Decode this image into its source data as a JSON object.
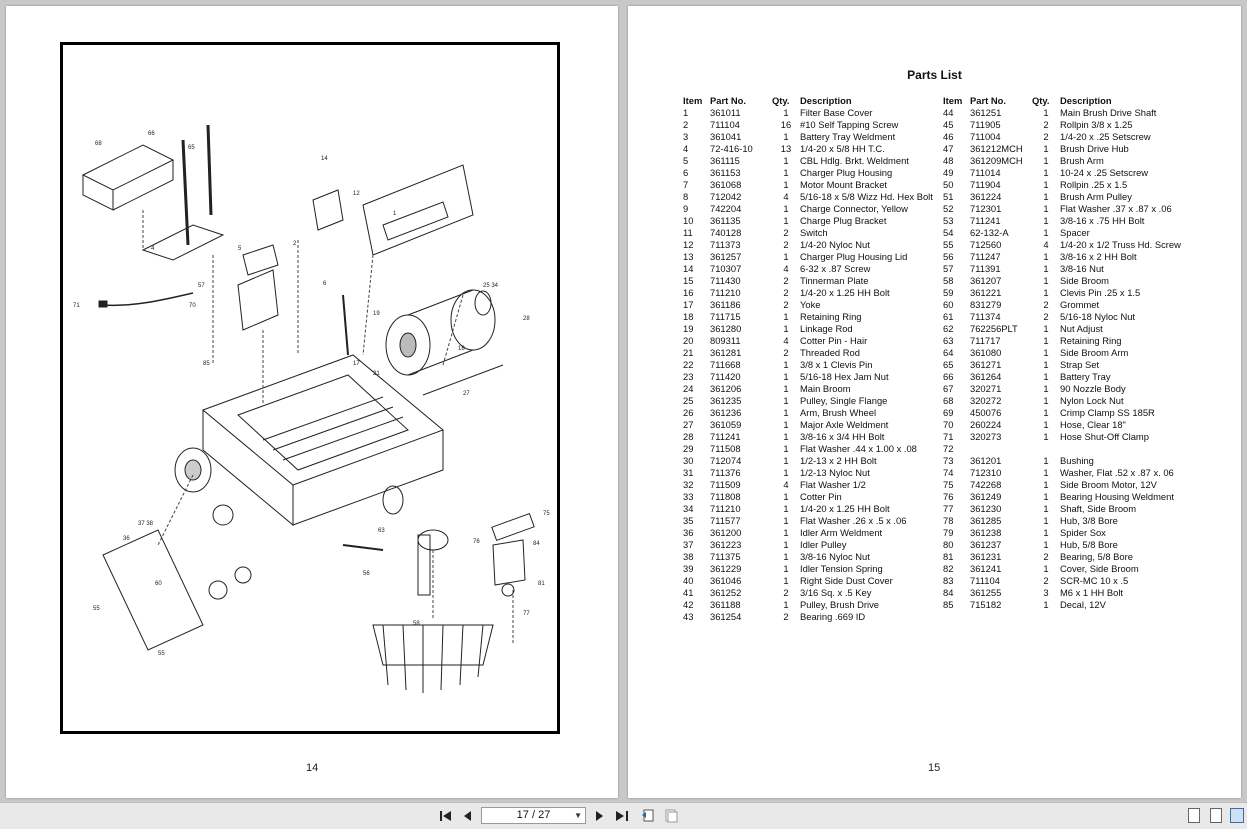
{
  "left_page": {
    "page_number": "14"
  },
  "right_page": {
    "page_number": "15",
    "title": "Parts List",
    "columns": [
      "Item",
      "Part No.",
      "Qty.",
      "Description"
    ],
    "left_table": [
      [
        "1",
        "361011",
        "1",
        "Filter Base Cover"
      ],
      [
        "2",
        "711104",
        "16",
        "#10 Self Tapping Screw"
      ],
      [
        "3",
        "361041",
        "1",
        "Battery Tray Weldment"
      ],
      [
        "4",
        "72-416-10",
        "13",
        "1/4-20 x 5/8 HH T.C."
      ],
      [
        "5",
        "361115",
        "1",
        "CBL Hdlg. Brkt. Weldment"
      ],
      [
        "6",
        "361153",
        "1",
        "Charger Plug Housing"
      ],
      [
        "7",
        "361068",
        "1",
        "Motor Mount Bracket"
      ],
      [
        "8",
        "712042",
        "4",
        "5/16-18 x 5/8 Wizz Hd. Hex Bolt"
      ],
      [
        "9",
        "742204",
        "1",
        "Charge Connector, Yellow"
      ],
      [
        "10",
        "361135",
        "1",
        "Charge Plug Bracket"
      ],
      [
        "11",
        "740128",
        "2",
        "Switch"
      ],
      [
        "12",
        "711373",
        "2",
        "1/4-20 Nyloc Nut"
      ],
      [
        "13",
        "361257",
        "1",
        "Charger Plug Housing Lid"
      ],
      [
        "14",
        "710307",
        "4",
        "6-32 x .87 Screw"
      ],
      [
        "15",
        "711430",
        "2",
        "Tinnerman Plate"
      ],
      [
        "16",
        "711210",
        "2",
        "1/4-20 x 1.25 HH Bolt"
      ],
      [
        "17",
        "361186",
        "2",
        "Yoke"
      ],
      [
        "18",
        "711715",
        "1",
        "Retaining Ring"
      ],
      [
        "19",
        "361280",
        "1",
        "Linkage Rod"
      ],
      [
        "20",
        "809311",
        "4",
        "Cotter Pin - Hair"
      ],
      [
        "21",
        "361281",
        "2",
        "Threaded Rod"
      ],
      [
        "22",
        "711668",
        "1",
        "3/8 x 1 Clevis Pin"
      ],
      [
        "23",
        "711420",
        "1",
        "5/16-18 Hex Jam Nut"
      ],
      [
        "24",
        "361206",
        "1",
        "Main Broom"
      ],
      [
        "25",
        "361235",
        "1",
        "Pulley, Single Flange"
      ],
      [
        "26",
        "361236",
        "1",
        "Arm, Brush Wheel"
      ],
      [
        "27",
        "361059",
        "1",
        "Major Axle Weldment"
      ],
      [
        "28",
        "711241",
        "1",
        "3/8-16 x 3/4 HH Bolt"
      ],
      [
        "29",
        "711508",
        "1",
        "Flat Washer .44 x 1.00 x .08"
      ],
      [
        "30",
        "712074",
        "1",
        "1/2-13 x 2 HH Bolt"
      ],
      [
        "31",
        "711376",
        "1",
        "1/2-13 Nyloc Nut"
      ],
      [
        "32",
        "711509",
        "4",
        "Flat Washer 1/2"
      ],
      [
        "33",
        "711808",
        "1",
        "Cotter Pin"
      ],
      [
        "34",
        "711210",
        "1",
        "1/4-20 x 1.25 HH Bolt"
      ],
      [
        "35",
        "711577",
        "1",
        "Flat Washer .26 x .5 x .06"
      ],
      [
        "36",
        "361200",
        "1",
        "Idler Arm Weldment"
      ],
      [
        "37",
        "361223",
        "1",
        "Idler Pulley"
      ],
      [
        "38",
        "711375",
        "1",
        "3/8-16 Nyloc Nut"
      ],
      [
        "39",
        "361229",
        "1",
        "Idler Tension Spring"
      ],
      [
        "40",
        "361046",
        "1",
        "Right Side Dust Cover"
      ],
      [
        "41",
        "361252",
        "2",
        "3/16 Sq. x .5 Key"
      ],
      [
        "42",
        "361188",
        "1",
        "Pulley, Brush Drive"
      ],
      [
        "43",
        "361254",
        "2",
        "Bearing .669 ID"
      ]
    ],
    "right_table": [
      [
        "44",
        "361251",
        "1",
        "Main Brush Drive Shaft"
      ],
      [
        "45",
        "711905",
        "2",
        "Rollpin 3/8 x 1.25"
      ],
      [
        "46",
        "711004",
        "2",
        "1/4-20 x .25 Setscrew"
      ],
      [
        "47",
        "361212MCH",
        "1",
        "Brush Drive Hub"
      ],
      [
        "48",
        "361209MCH",
        "1",
        "Brush Arm"
      ],
      [
        "49",
        "711014",
        "1",
        "10-24 x .25 Setscrew"
      ],
      [
        "50",
        "711904",
        "1",
        "Rollpin .25 x 1.5"
      ],
      [
        "51",
        "361224",
        "1",
        "Brush Arm Pulley"
      ],
      [
        "52",
        "712301",
        "1",
        "Flat Washer .37 x .87 x .06"
      ],
      [
        "53",
        "711241",
        "1",
        "3/8-16 x .75 HH Bolt"
      ],
      [
        "54",
        "62-132-A",
        "1",
        "Spacer"
      ],
      [
        "55",
        "712560",
        "4",
        "1/4-20 x 1/2 Truss Hd. Screw"
      ],
      [
        "56",
        "711247",
        "1",
        "3/8-16 x 2 HH Bolt"
      ],
      [
        "57",
        "711391",
        "1",
        "3/8-16 Nut"
      ],
      [
        "58",
        "361207",
        "1",
        "Side Broom"
      ],
      [
        "59",
        "361221",
        "1",
        "Clevis Pin .25 x 1.5"
      ],
      [
        "60",
        "831279",
        "2",
        "Grommet"
      ],
      [
        "61",
        "711374",
        "2",
        "5/16-18 Nyloc Nut"
      ],
      [
        "62",
        "762256PLT",
        "1",
        "Nut Adjust"
      ],
      [
        "63",
        "711717",
        "1",
        "Retaining Ring"
      ],
      [
        "64",
        "361080",
        "1",
        "Side Broom Arm"
      ],
      [
        "65",
        "361271",
        "1",
        "Strap Set"
      ],
      [
        "66",
        "361264",
        "1",
        "Battery Tray"
      ],
      [
        "67",
        "320271",
        "1",
        "90 Nozzle Body"
      ],
      [
        "68",
        "320272",
        "1",
        "Nylon Lock Nut"
      ],
      [
        "69",
        "450076",
        "1",
        "Crimp Clamp SS 185R"
      ],
      [
        "70",
        "260224",
        "1",
        "Hose, Clear 18\""
      ],
      [
        "71",
        "320273",
        "1",
        "Hose Shut-Off Clamp"
      ],
      [
        "72",
        "",
        "",
        ""
      ],
      [
        "73",
        "361201",
        "1",
        "Bushing"
      ],
      [
        "74",
        "712310",
        "1",
        "Washer, Flat .52 x .87 x. 06"
      ],
      [
        "75",
        "742268",
        "1",
        "Side Broom Motor, 12V"
      ],
      [
        "76",
        "361249",
        "1",
        "Bearing Housing Weldment"
      ],
      [
        "77",
        "361230",
        "1",
        "Shaft, Side Broom"
      ],
      [
        "78",
        "361285",
        "1",
        "Hub, 3/8 Bore"
      ],
      [
        "79",
        "361238",
        "1",
        "Spider Sox"
      ],
      [
        "80",
        "361237",
        "1",
        "Hub, 5/8 Bore"
      ],
      [
        "81",
        "361231",
        "2",
        "Bearing, 5/8 Bore"
      ],
      [
        "82",
        "361241",
        "1",
        "Cover, Side Broom"
      ],
      [
        "83",
        "711104",
        "2",
        "SCR-MC 10 x .5"
      ],
      [
        "84",
        "361255",
        "3",
        "M6 x 1 HH Bolt"
      ],
      [
        "85",
        "715182",
        "1",
        "Decal, 12V"
      ]
    ]
  },
  "toolbar": {
    "page_field": "17 / 27",
    "icons": [
      "first-page-icon",
      "prev-page-icon",
      "next-page-icon",
      "last-page-icon",
      "go-back-icon",
      "go-forward-icon",
      "single-page-view-icon",
      "continuous-view-icon",
      "facing-view-icon"
    ]
  }
}
